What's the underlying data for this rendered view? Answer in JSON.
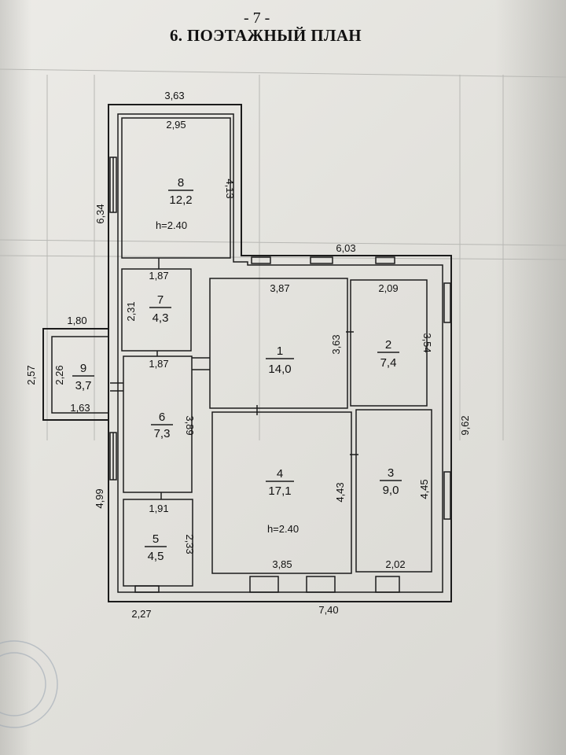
{
  "header": {
    "page_number": "- 7 -",
    "title": "6. ПОЭТАЖНЫЙ ПЛАН"
  },
  "rooms": [
    {
      "number": "1",
      "area": "14,0"
    },
    {
      "number": "2",
      "area": "7,4"
    },
    {
      "number": "3",
      "area": "9,0"
    },
    {
      "number": "4",
      "area": "17,1"
    },
    {
      "number": "5",
      "area": "4,5"
    },
    {
      "number": "6",
      "area": "7,3"
    },
    {
      "number": "7",
      "area": "4,3"
    },
    {
      "number": "8",
      "area": "12,2"
    },
    {
      "number": "9",
      "area": "3,7"
    }
  ],
  "heights": {
    "room8": "h=2.40",
    "room4": "h=2.40"
  },
  "dimensions": {
    "outer_top_left": "3,63",
    "room8_width": "2,95",
    "room8_depth": "4,13",
    "outer_left_upper": "6,34",
    "outer_top_right": "6,03",
    "room7_width": "1,87",
    "room7_depth": "2,31",
    "room1_width": "3,87",
    "room1_depth": "3,63",
    "room2_width": "2,09",
    "room2_depth": "3,54",
    "porch_top": "1,80",
    "porch_outer": "2,57",
    "room9_depth": "2,26",
    "room9_width": "1,63",
    "room6_width": "1,87",
    "room6_depth": "3,89",
    "outer_right": "9,62",
    "room4_depth": "4,43",
    "room3_depth": "4,45",
    "outer_left_lower": "4,99",
    "room5_width": "1,91",
    "room5_depth": "2,33",
    "room4_width": "3,85",
    "room3_width": "2,02",
    "outer_bottom_left": "2,27",
    "outer_bottom": "7,40"
  },
  "colors": {
    "ink": "#1c1c1c",
    "paper": "#e6e5e1"
  }
}
